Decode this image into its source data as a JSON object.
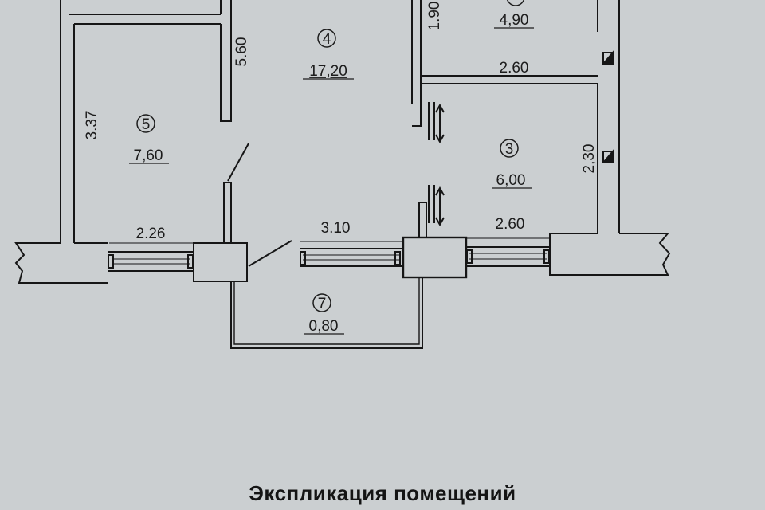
{
  "rooms": [
    {
      "number": "4",
      "area": "17,20"
    },
    {
      "number": "5",
      "area": "7,60"
    },
    {
      "number": "3",
      "area": "6,00"
    },
    {
      "number": "7",
      "area": "0,80"
    },
    {
      "number": "",
      "area": "4,90"
    }
  ],
  "dimensions": {
    "d_1_90": "1.90",
    "d_5_60": "5.60",
    "d_3_37": "3.37",
    "d_2_60_upper": "2.60",
    "d_2_30": "2,30",
    "d_2_26": "2.26",
    "d_3_10": "3.10",
    "d_2_60_lower": "2.60"
  },
  "caption": "Экспликация помещений"
}
